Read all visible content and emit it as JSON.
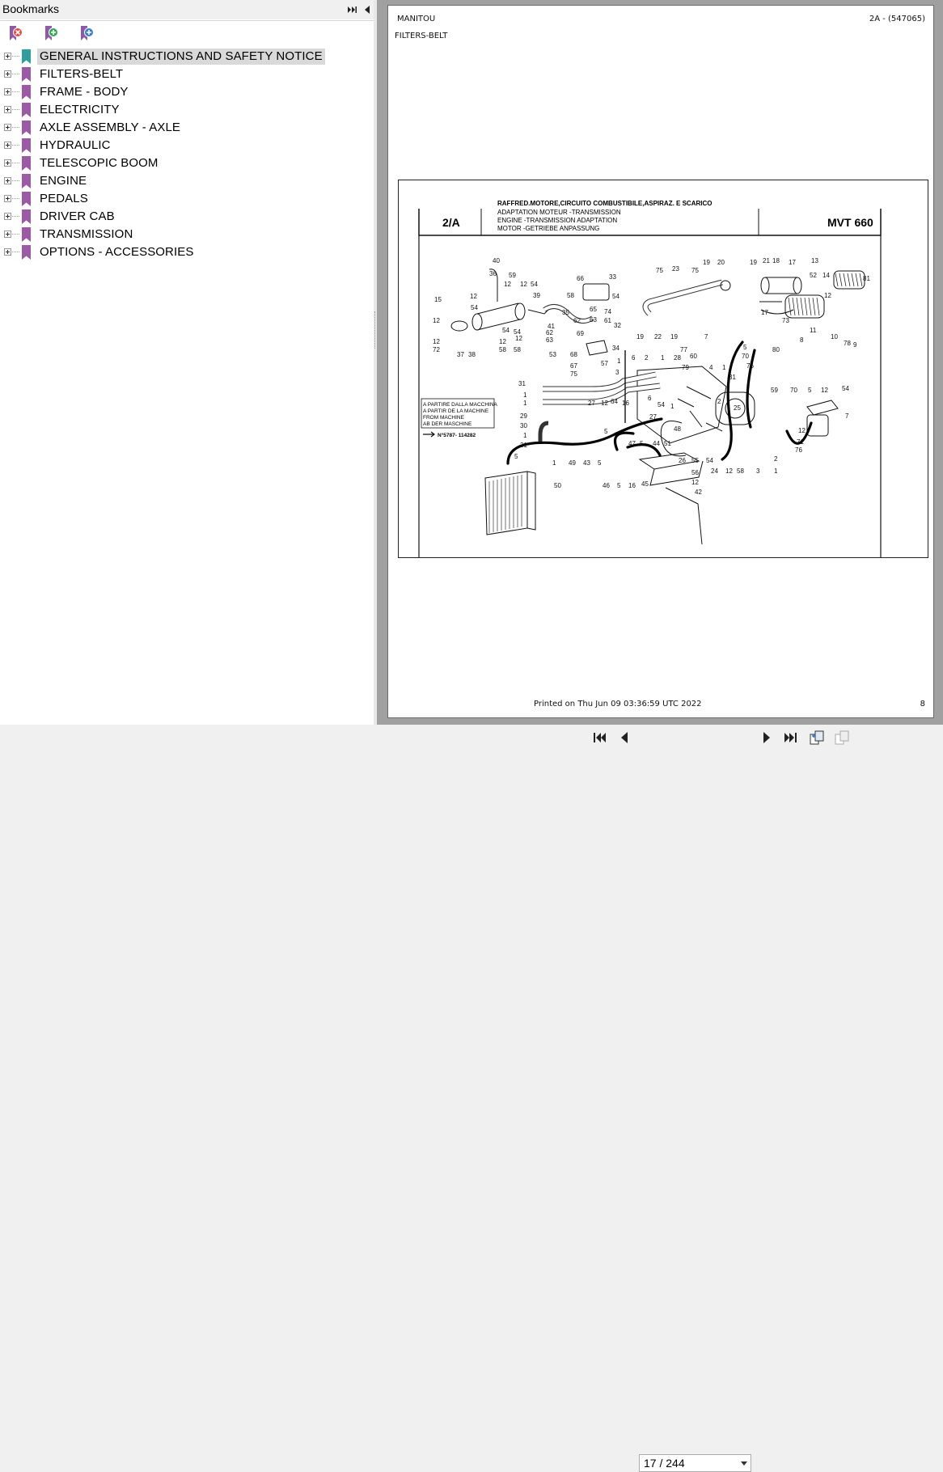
{
  "bookmarks_panel": {
    "title": "Bookmarks",
    "toolbar": [
      {
        "icon": "bookmark-delete-icon"
      },
      {
        "icon": "bookmark-add-icon"
      },
      {
        "icon": "bookmark-add-child-icon"
      }
    ],
    "items": [
      {
        "label": "GENERAL INSTRUCTIONS AND SAFETY NOTICE",
        "selected": true,
        "color": "#2e9e9e"
      },
      {
        "label": "FILTERS-BELT",
        "selected": false,
        "color": "#9c59a6"
      },
      {
        "label": "FRAME - BODY",
        "selected": false,
        "color": "#9c59a6"
      },
      {
        "label": "ELECTRICITY",
        "selected": false,
        "color": "#9c59a6"
      },
      {
        "label": "AXLE ASSEMBLY - AXLE",
        "selected": false,
        "color": "#9c59a6"
      },
      {
        "label": "HYDRAULIC",
        "selected": false,
        "color": "#9c59a6"
      },
      {
        "label": "TELESCOPIC BOOM",
        "selected": false,
        "color": "#9c59a6"
      },
      {
        "label": "ENGINE",
        "selected": false,
        "color": "#9c59a6"
      },
      {
        "label": "PEDALS",
        "selected": false,
        "color": "#9c59a6"
      },
      {
        "label": "DRIVER CAB",
        "selected": false,
        "color": "#9c59a6"
      },
      {
        "label": "TRANSMISSION",
        "selected": false,
        "color": "#9c59a6"
      },
      {
        "label": "OPTIONS - ACCESSORIES",
        "selected": false,
        "color": "#9c59a6"
      }
    ]
  },
  "document": {
    "brand": "MANITOU",
    "ref": "2A - (547065)",
    "section": "FILTERS-BELT",
    "figure": {
      "code": "2/A",
      "model": "MVT 660",
      "title_lines": [
        "RAFFRED.MOTORE,CIRCUITO COMBUSTIBILE,ASPIRAZ. E SCARICO",
        "ADAPTATION MOTEUR -TRANSMISSION",
        "ENGINE -TRANSMISSION ADAPTATION",
        "MOTOR -GETRIEBE ANPASSUNG"
      ],
      "note_lines": [
        "A PARTIRE DALLA MACCHINA",
        "A PARTIR DE LA MACHINE",
        "FROM MACHINE",
        "AB DER MASCHINE"
      ],
      "serial": "N°5787- 114282"
    },
    "printed": "Printed on   Thu Jun 09 03:36:59 UTC 2022",
    "page_number": "8"
  },
  "navigation": {
    "page_indicator": "17 / 244",
    "buttons": [
      "first-page-icon",
      "prev-page-icon",
      "next-page-icon",
      "last-page-icon",
      "fit-page-icon",
      "dual-page-icon"
    ]
  }
}
